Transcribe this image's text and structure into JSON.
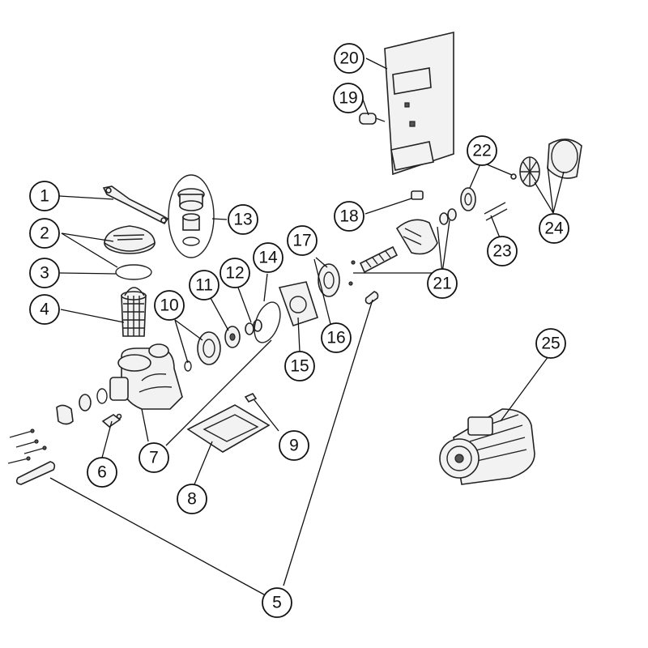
{
  "diagram": {
    "type": "exploded-parts-view",
    "callouts": [
      {
        "number": "1",
        "part": "handle-bar"
      },
      {
        "number": "2",
        "part": "lid"
      },
      {
        "number": "3",
        "part": "lid-o-ring"
      },
      {
        "number": "4",
        "part": "strainer-basket"
      },
      {
        "number": "5",
        "part": "mounting-plates-and-screws"
      },
      {
        "number": "6",
        "part": "drain-plug"
      },
      {
        "number": "7",
        "part": "pump-body"
      },
      {
        "number": "8",
        "part": "base-plate"
      },
      {
        "number": "9",
        "part": "base-clip"
      },
      {
        "number": "10",
        "part": "diffuser-and-o-ring"
      },
      {
        "number": "11",
        "part": "impeller"
      },
      {
        "number": "12",
        "part": "mechanical-seal"
      },
      {
        "number": "13",
        "part": "union-connector-set"
      },
      {
        "number": "14",
        "part": "seal-plate-o-ring"
      },
      {
        "number": "15",
        "part": "seal-plate"
      },
      {
        "number": "16",
        "part": "screw"
      },
      {
        "number": "17",
        "part": "motor-flange"
      },
      {
        "number": "18",
        "part": "terminal-block"
      },
      {
        "number": "19",
        "part": "capacitor"
      },
      {
        "number": "20",
        "part": "control-box"
      },
      {
        "number": "21",
        "part": "bearings"
      },
      {
        "number": "22",
        "part": "rear-cover"
      },
      {
        "number": "23",
        "part": "tie-rods"
      },
      {
        "number": "24",
        "part": "fan-and-fan-cover"
      },
      {
        "number": "25",
        "part": "complete-motor"
      }
    ]
  }
}
